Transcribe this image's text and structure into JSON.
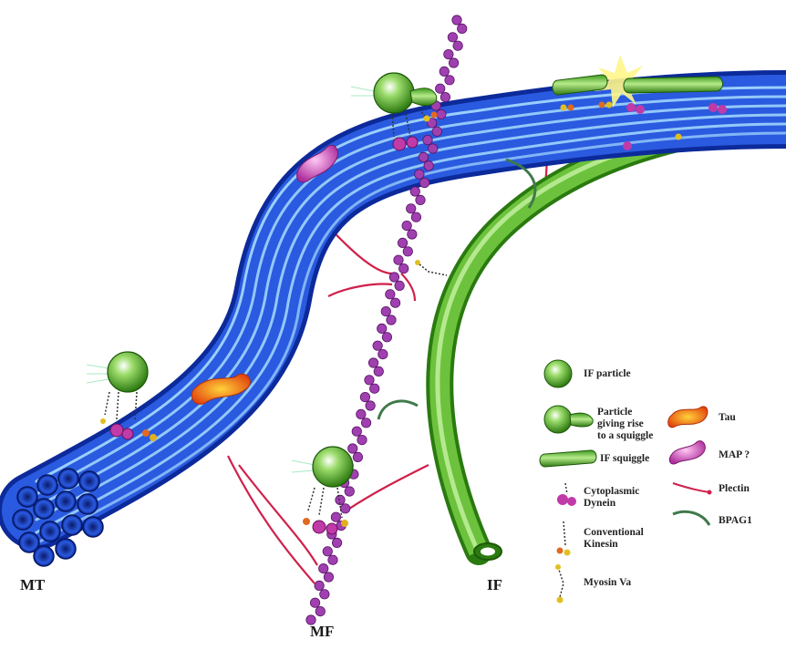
{
  "labels": {
    "mt": "MT",
    "mf": "MF",
    "if": "IF"
  },
  "legend": {
    "if_particle": "IF particle",
    "particle_squiggle": "Particle\ngiving rise\nto a squiggle",
    "if_squiggle": "IF squiggle",
    "dynein": "Cytoplasmic\nDynein",
    "kinesin": "Conventional\nKinesin",
    "myosin": "Myosin Va",
    "tau": "Tau",
    "map": "MAP ?",
    "plectin": "Plectin",
    "bpag1": "BPAG1"
  },
  "colors": {
    "microtubule": "#1f4fd8",
    "microtubule_highlight": "#9fd8ff",
    "intermediate_filament": "#3fa81e",
    "microfilament": "#8a2f9a",
    "plectin": "#d0204a",
    "bpag1": "#3f7a4a",
    "tau": "#f07a10",
    "map": "#cc4fc0",
    "dynein": "#c03aa8",
    "kinesin": "#e06a20"
  }
}
